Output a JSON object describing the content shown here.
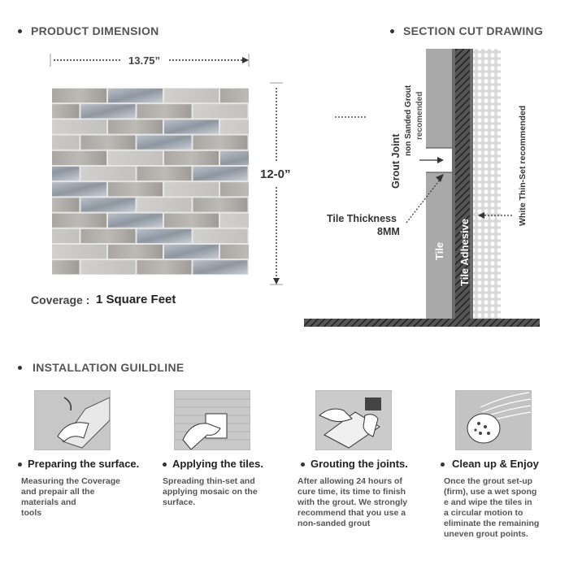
{
  "product_dimension": {
    "title": "PRODUCT DIMENSION",
    "width": "13.75”",
    "height": "12-0”",
    "coverage_label": "Coverage :",
    "coverage_value": "1 Square Feet"
  },
  "section_cut": {
    "title": "SECTION CUT DRAWING",
    "grout_joint": "Grout Joint",
    "grout_note_1": "non Sanded Grout",
    "grout_note_2": "recomended",
    "thickness_label": "Tile Thickness",
    "thickness_value": "8MM",
    "tile": "Tile",
    "tile_adhesive": "Tile Adhesive",
    "thinset": "White Thin-Set recommended"
  },
  "installation": {
    "title": "INSTALLATION GUILDLINE",
    "steps": [
      {
        "icon": "measuring-illustration",
        "title": "Preparing the surface.",
        "desc": "Measuring the Coverage\nand prepair all the\nmaterials and\ntools"
      },
      {
        "icon": "trowel-illustration",
        "title": "Applying the tiles.",
        "desc": "Spreading thin-set and\napplying mosaic on the\nsurface."
      },
      {
        "icon": "grout-float-illustration",
        "title": "Grouting the joints.",
        "desc": "After allowing 24 hours of\ncure time, its time to finish\nwith the grout. We strongly\nrecommend that you use a\nnon-sanded grout"
      },
      {
        "icon": "sponge-cleaning-illustration",
        "title": "Clean up & Enjoy",
        "desc": "Once the grout set-up\n(firm), use a wet spong\ne and wipe the tiles in\n a circular motion to\neliminate the remaining\nuneven grout points."
      }
    ]
  }
}
